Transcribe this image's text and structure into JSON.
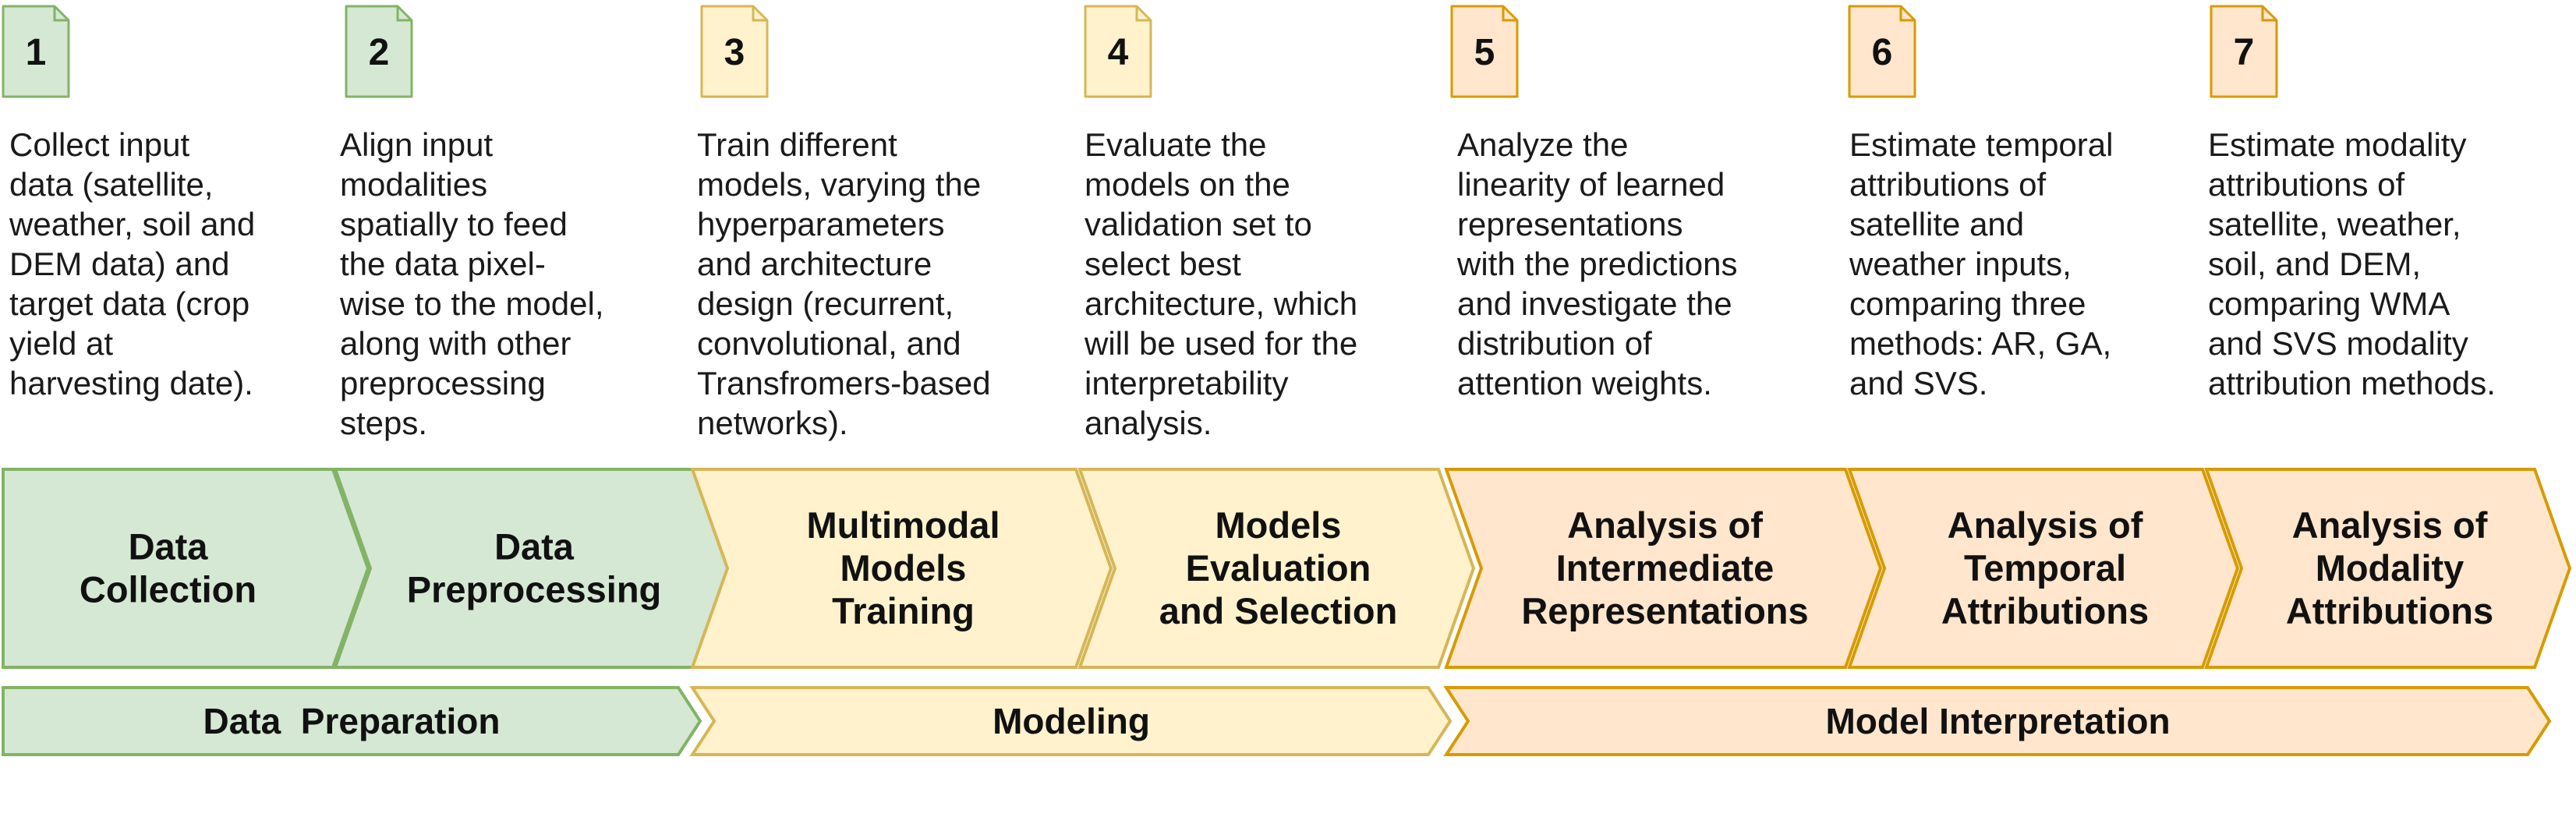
{
  "colors": {
    "green_fill": "#d5e8d4",
    "green_stroke": "#82b366",
    "yellow_fill": "#fff2cc",
    "yellow_stroke": "#d6b656",
    "orange_fill": "#ffe6cc",
    "orange_stroke": "#d79b00",
    "text": "#111111"
  },
  "steps": [
    {
      "number": "1",
      "color": "green",
      "desc": [
        "Collect input",
        "data (satellite,",
        "weather, soil and",
        "DEM data) and",
        "target data (crop",
        "yield at",
        "harvesting date)."
      ],
      "label": [
        "Data",
        "Collection"
      ]
    },
    {
      "number": "2",
      "color": "green",
      "desc": [
        "Align input",
        "modalities",
        "spatially to feed",
        "the data pixel-",
        "wise to the model,",
        "along with other",
        "preprocessing",
        "steps."
      ],
      "label": [
        "Data",
        "Preprocessing"
      ]
    },
    {
      "number": "3",
      "color": "yellow",
      "desc": [
        "Train different",
        "models, varying the",
        "hyperparameters",
        "and architecture",
        "design (recurrent,",
        "convolutional, and",
        "Transfromers-based",
        "networks)."
      ],
      "label": [
        "Multimodal",
        "Models",
        "Training"
      ]
    },
    {
      "number": "4",
      "color": "yellow",
      "desc": [
        "Evaluate the",
        "models on the",
        "validation set to",
        "select best",
        "architecture, which",
        "will be used for the",
        "interpretability",
        "analysis."
      ],
      "label": [
        "Models",
        "Evaluation",
        "and Selection"
      ]
    },
    {
      "number": "5",
      "color": "orange",
      "desc": [
        "Analyze the",
        "linearity of learned",
        "representations",
        "with the predictions",
        "and investigate the",
        "distribution of",
        "attention weights."
      ],
      "label": [
        "Analysis of",
        "Intermediate",
        "Representations"
      ]
    },
    {
      "number": "6",
      "color": "orange",
      "desc": [
        "Estimate temporal",
        "attributions of",
        "satellite and",
        "weather inputs,",
        "comparing three",
        "methods: AR, GA,",
        "and SVS."
      ],
      "label": [
        "Analysis of",
        "Temporal",
        "Attributions"
      ]
    },
    {
      "number": "7",
      "color": "orange",
      "desc": [
        "Estimate modality",
        "attributions of",
        "satellite, weather,",
        "soil, and DEM,",
        "comparing WMA",
        "and SVS modality",
        "attribution methods."
      ],
      "label": [
        "Analysis of",
        "Modality",
        "Attributions"
      ]
    }
  ],
  "phases": [
    {
      "label": "Data  Preparation",
      "color": "green"
    },
    {
      "label": "Modeling",
      "color": "yellow"
    },
    {
      "label": "Model Interpretation",
      "color": "orange"
    }
  ]
}
